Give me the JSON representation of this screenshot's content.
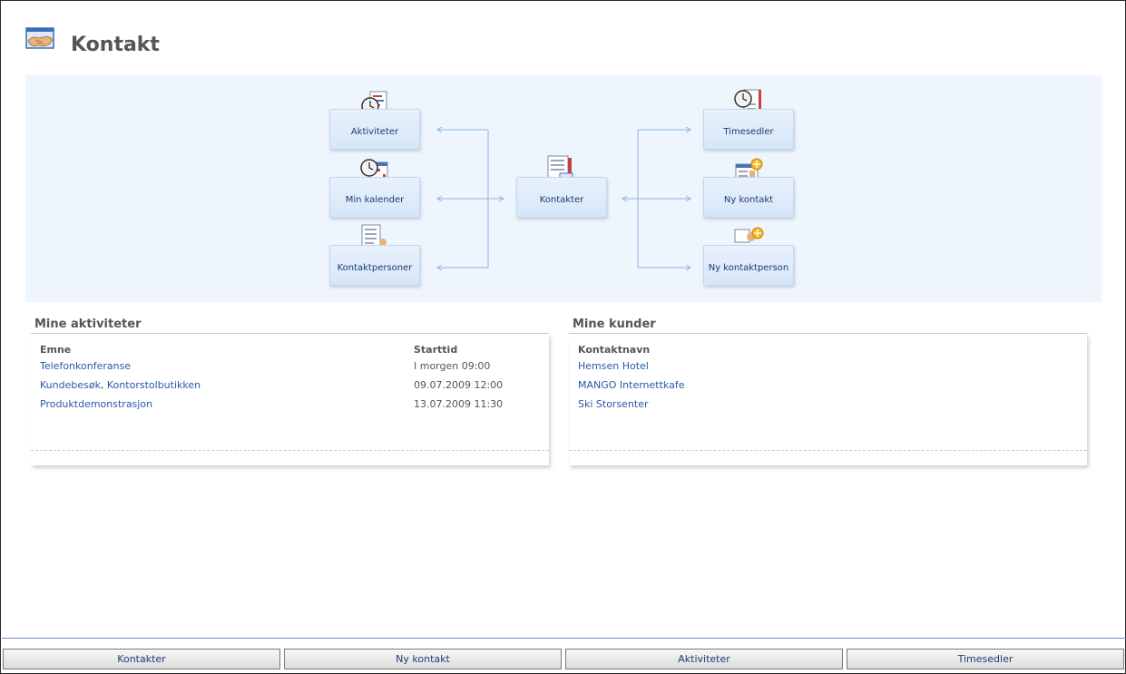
{
  "header": {
    "title": "Kontakt",
    "icon": "handshake-icon"
  },
  "diagram": {
    "center": {
      "label": "Kontakter",
      "icon": "contacts-list-icon"
    },
    "left": [
      {
        "label": "Aktiviteter",
        "icon": "activities-clock-icon"
      },
      {
        "label": "Min kalender",
        "icon": "calendar-clock-icon"
      },
      {
        "label": "Kontaktpersoner",
        "icon": "contact-persons-icon"
      }
    ],
    "right": [
      {
        "label": "Timesedler",
        "icon": "timesheet-clock-icon"
      },
      {
        "label": "Ny kontakt",
        "icon": "new-contact-icon"
      },
      {
        "label": "Ny kontaktperson",
        "icon": "new-contact-person-icon"
      }
    ],
    "colors": {
      "background": "#eef5fd",
      "connector": "#8fb3df"
    }
  },
  "activities": {
    "title": "Mine aktiviteter",
    "columns": [
      "Emne",
      "Starttid"
    ],
    "rows": [
      {
        "subject": "Telefonkonferanse",
        "start": "I morgen 09:00"
      },
      {
        "subject": "Kundebesøk, Kontorstolbutikken",
        "start": "09.07.2009 12:00"
      },
      {
        "subject": "Produktdemonstrasjon",
        "start": "13.07.2009 11:30"
      }
    ]
  },
  "customers": {
    "title": "Mine kunder",
    "columns": [
      "Kontaktnavn"
    ],
    "rows": [
      "Hemsen Hotel",
      "MANGO Internettkafe",
      "Ski Storsenter"
    ]
  },
  "toolbar": {
    "buttons": [
      "Kontakter",
      "Ny kontakt",
      "Aktiviteter",
      "Timesedler"
    ]
  }
}
